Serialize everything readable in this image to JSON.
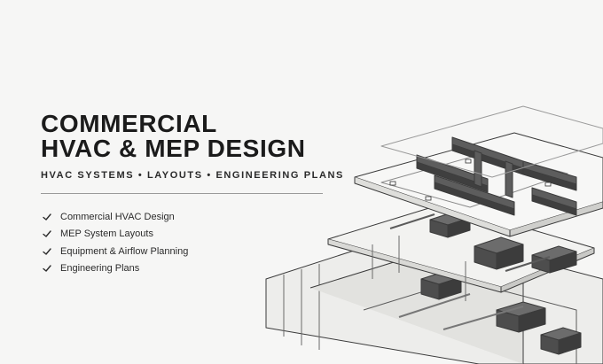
{
  "hero": {
    "title_line_1": "COMMERCIAL",
    "title_line_2": "HVAC & MEP DESIGN",
    "subtitle": "HVAC SYSTEMS • LAYOUTS • ENGINEERING PLANS",
    "features": [
      "Commercial HVAC Design",
      "MEP System Layouts",
      "Equipment & Airflow Planning",
      "Engineering Plans"
    ]
  },
  "theme": {
    "background": "#f6f6f5",
    "ink": "#1b1b1b",
    "rule": "#9a9a9a"
  },
  "icons": {
    "feature_bullet": "check-icon",
    "illustration": "building-isometric-illustration"
  }
}
